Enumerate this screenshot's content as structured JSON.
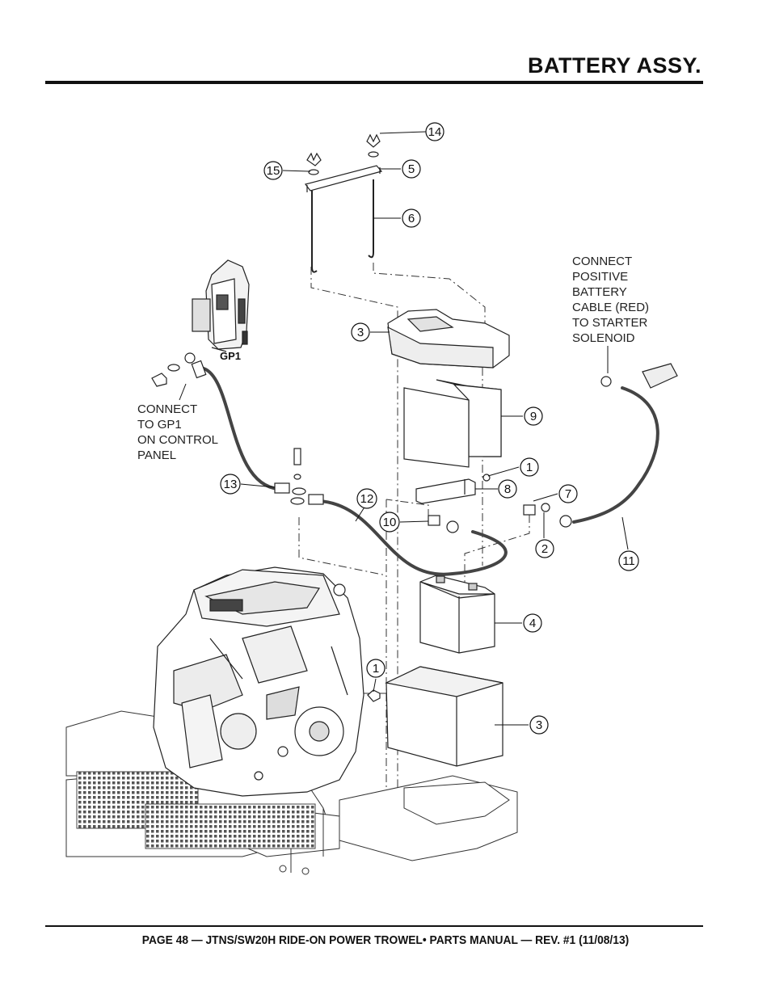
{
  "page": {
    "title": "BATTERY ASSY.",
    "footer": "PAGE 48 — JTNS/SW20H RIDE-ON POWER TROWEL• PARTS MANUAL — REV. #1 (11/08/13)"
  },
  "notes": {
    "starter": "CONNECT\nPOSITIVE\nBATTERY\nCABLE (RED)\nTO STARTER\nSOLENOID",
    "gp1": "CONNECT\nTO GP1\nON CONTROL\nPANEL",
    "gp1_label": "GP1"
  },
  "callouts": [
    {
      "id": "14",
      "label": "14"
    },
    {
      "id": "15",
      "label": "15"
    },
    {
      "id": "5",
      "label": "5"
    },
    {
      "id": "6",
      "label": "6"
    },
    {
      "id": "3a",
      "label": "3"
    },
    {
      "id": "9",
      "label": "9"
    },
    {
      "id": "1a",
      "label": "1"
    },
    {
      "id": "8",
      "label": "8"
    },
    {
      "id": "7",
      "label": "7"
    },
    {
      "id": "13",
      "label": "13"
    },
    {
      "id": "12",
      "label": "12"
    },
    {
      "id": "10",
      "label": "10"
    },
    {
      "id": "2",
      "label": "2"
    },
    {
      "id": "11",
      "label": "11"
    },
    {
      "id": "4",
      "label": "4"
    },
    {
      "id": "1b",
      "label": "1"
    },
    {
      "id": "3b",
      "label": "3"
    }
  ]
}
